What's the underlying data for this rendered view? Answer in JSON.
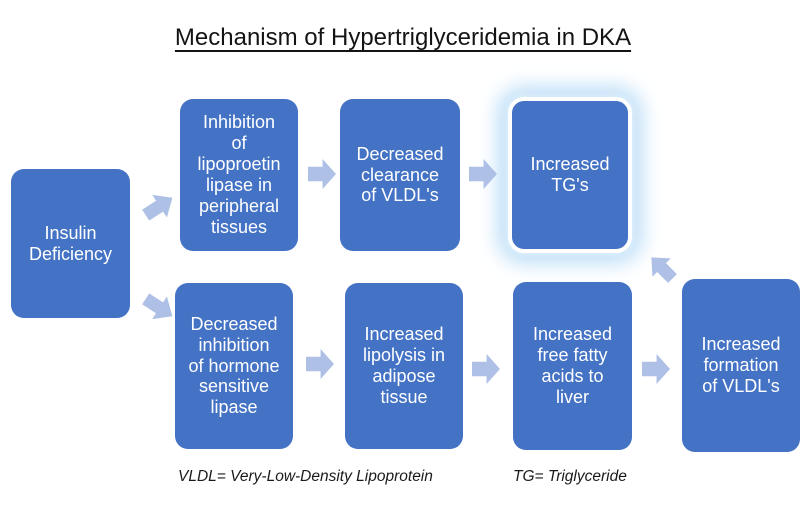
{
  "title": "Mechanism of Hypertriglyceridemia in DKA",
  "colors": {
    "node_fill": "#4472C4",
    "node_text": "#FFFFFF",
    "arrow_fill": "#AEC0E5",
    "glow": "#B9DCF7",
    "title_color": "#141414"
  },
  "diagram": {
    "nodes": {
      "insulin_deficiency": {
        "label": "Insulin\nDeficiency",
        "highlighted": false
      },
      "inhibition_lpl": {
        "label": "Inhibition\nof\nlipoproetin\nlipase in\nperipheral\ntissues",
        "highlighted": false
      },
      "decreased_clearance_vldl": {
        "label": "Decreased\nclearance\nof VLDL's",
        "highlighted": false
      },
      "increased_tgs": {
        "label": "Increased\nTG's",
        "highlighted": true
      },
      "decreased_inhibition_hsl": {
        "label": "Decreased\ninhibition\nof hormone\nsensitive\nlipase",
        "highlighted": false
      },
      "increased_lipolysis": {
        "label": "Increased\nlipolysis in\nadipose\ntissue",
        "highlighted": false
      },
      "increased_ffa_liver": {
        "label": "Increased\nfree fatty\nacids to\nliver",
        "highlighted": false
      },
      "increased_vldl_formation": {
        "label": "Increased\nformation\nof VLDL's",
        "highlighted": false
      }
    },
    "edges": [
      {
        "from": "insulin_deficiency",
        "to": "inhibition_lpl"
      },
      {
        "from": "insulin_deficiency",
        "to": "decreased_inhibition_hsl"
      },
      {
        "from": "inhibition_lpl",
        "to": "decreased_clearance_vldl"
      },
      {
        "from": "decreased_clearance_vldl",
        "to": "increased_tgs"
      },
      {
        "from": "decreased_inhibition_hsl",
        "to": "increased_lipolysis"
      },
      {
        "from": "increased_lipolysis",
        "to": "increased_ffa_liver"
      },
      {
        "from": "increased_ffa_liver",
        "to": "increased_vldl_formation"
      },
      {
        "from": "increased_vldl_formation",
        "to": "increased_tgs"
      }
    ],
    "footnotes": {
      "vldl": "VLDL= Very-Low-Density Lipoprotein",
      "tg": "TG= Triglyceride"
    }
  }
}
